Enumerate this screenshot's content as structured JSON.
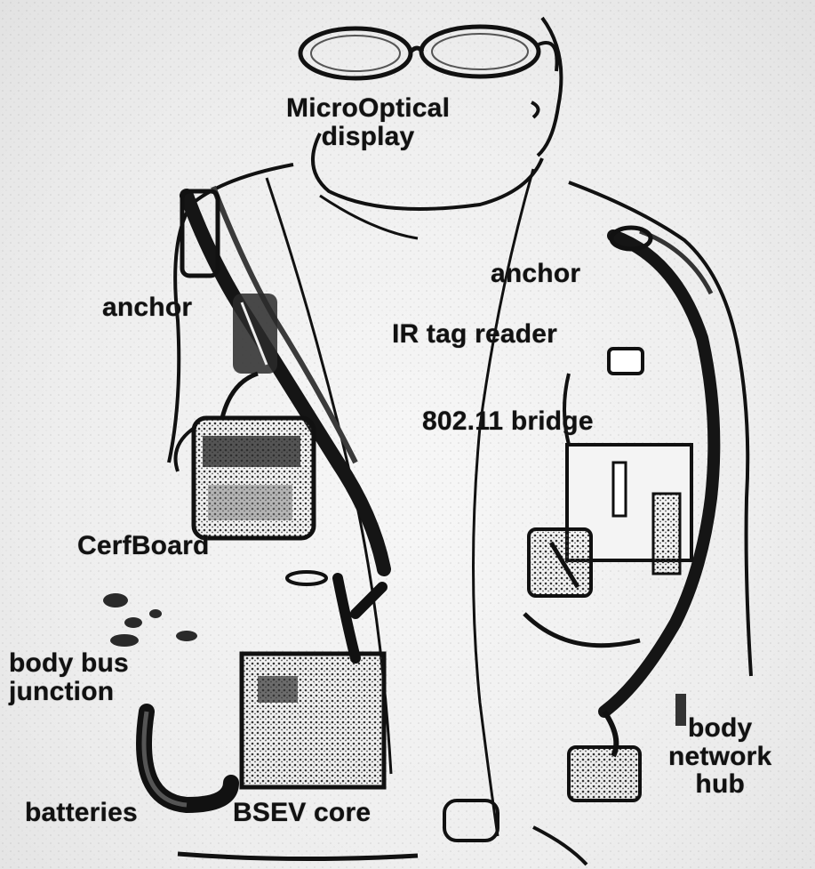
{
  "labels": {
    "microoptical_line1": "MicroOptical",
    "microoptical_line2": "display",
    "anchor_left": "anchor",
    "anchor_right": "anchor",
    "ir_tag_reader": "IR tag reader",
    "bridge": "802.11 bridge",
    "cerfboard": "CerfBoard",
    "body_bus_line1": "body bus",
    "body_bus_line2": "junction",
    "batteries": "batteries",
    "bsev_core": "BSEV core",
    "hub_line1": "body",
    "hub_line2": "network",
    "hub_line3": "hub"
  },
  "colors": {
    "ink": "#111111",
    "paper": "#efefef",
    "shade": "#6a6a6a"
  }
}
